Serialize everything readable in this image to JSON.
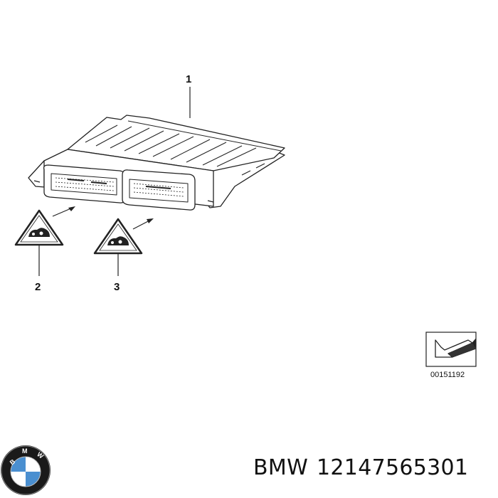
{
  "diagram": {
    "callouts": [
      {
        "id": "1",
        "label": "1"
      },
      {
        "id": "2",
        "label": "2"
      },
      {
        "id": "3",
        "label": "3"
      }
    ],
    "reference_code": "00151192"
  },
  "caption": {
    "brand": "BMW",
    "part_number": "12147565301"
  },
  "logo": {
    "text": "BMW",
    "colors": {
      "ring": "#1a1a1a",
      "blue": "#4a8fd0",
      "white": "#ffffff"
    }
  }
}
